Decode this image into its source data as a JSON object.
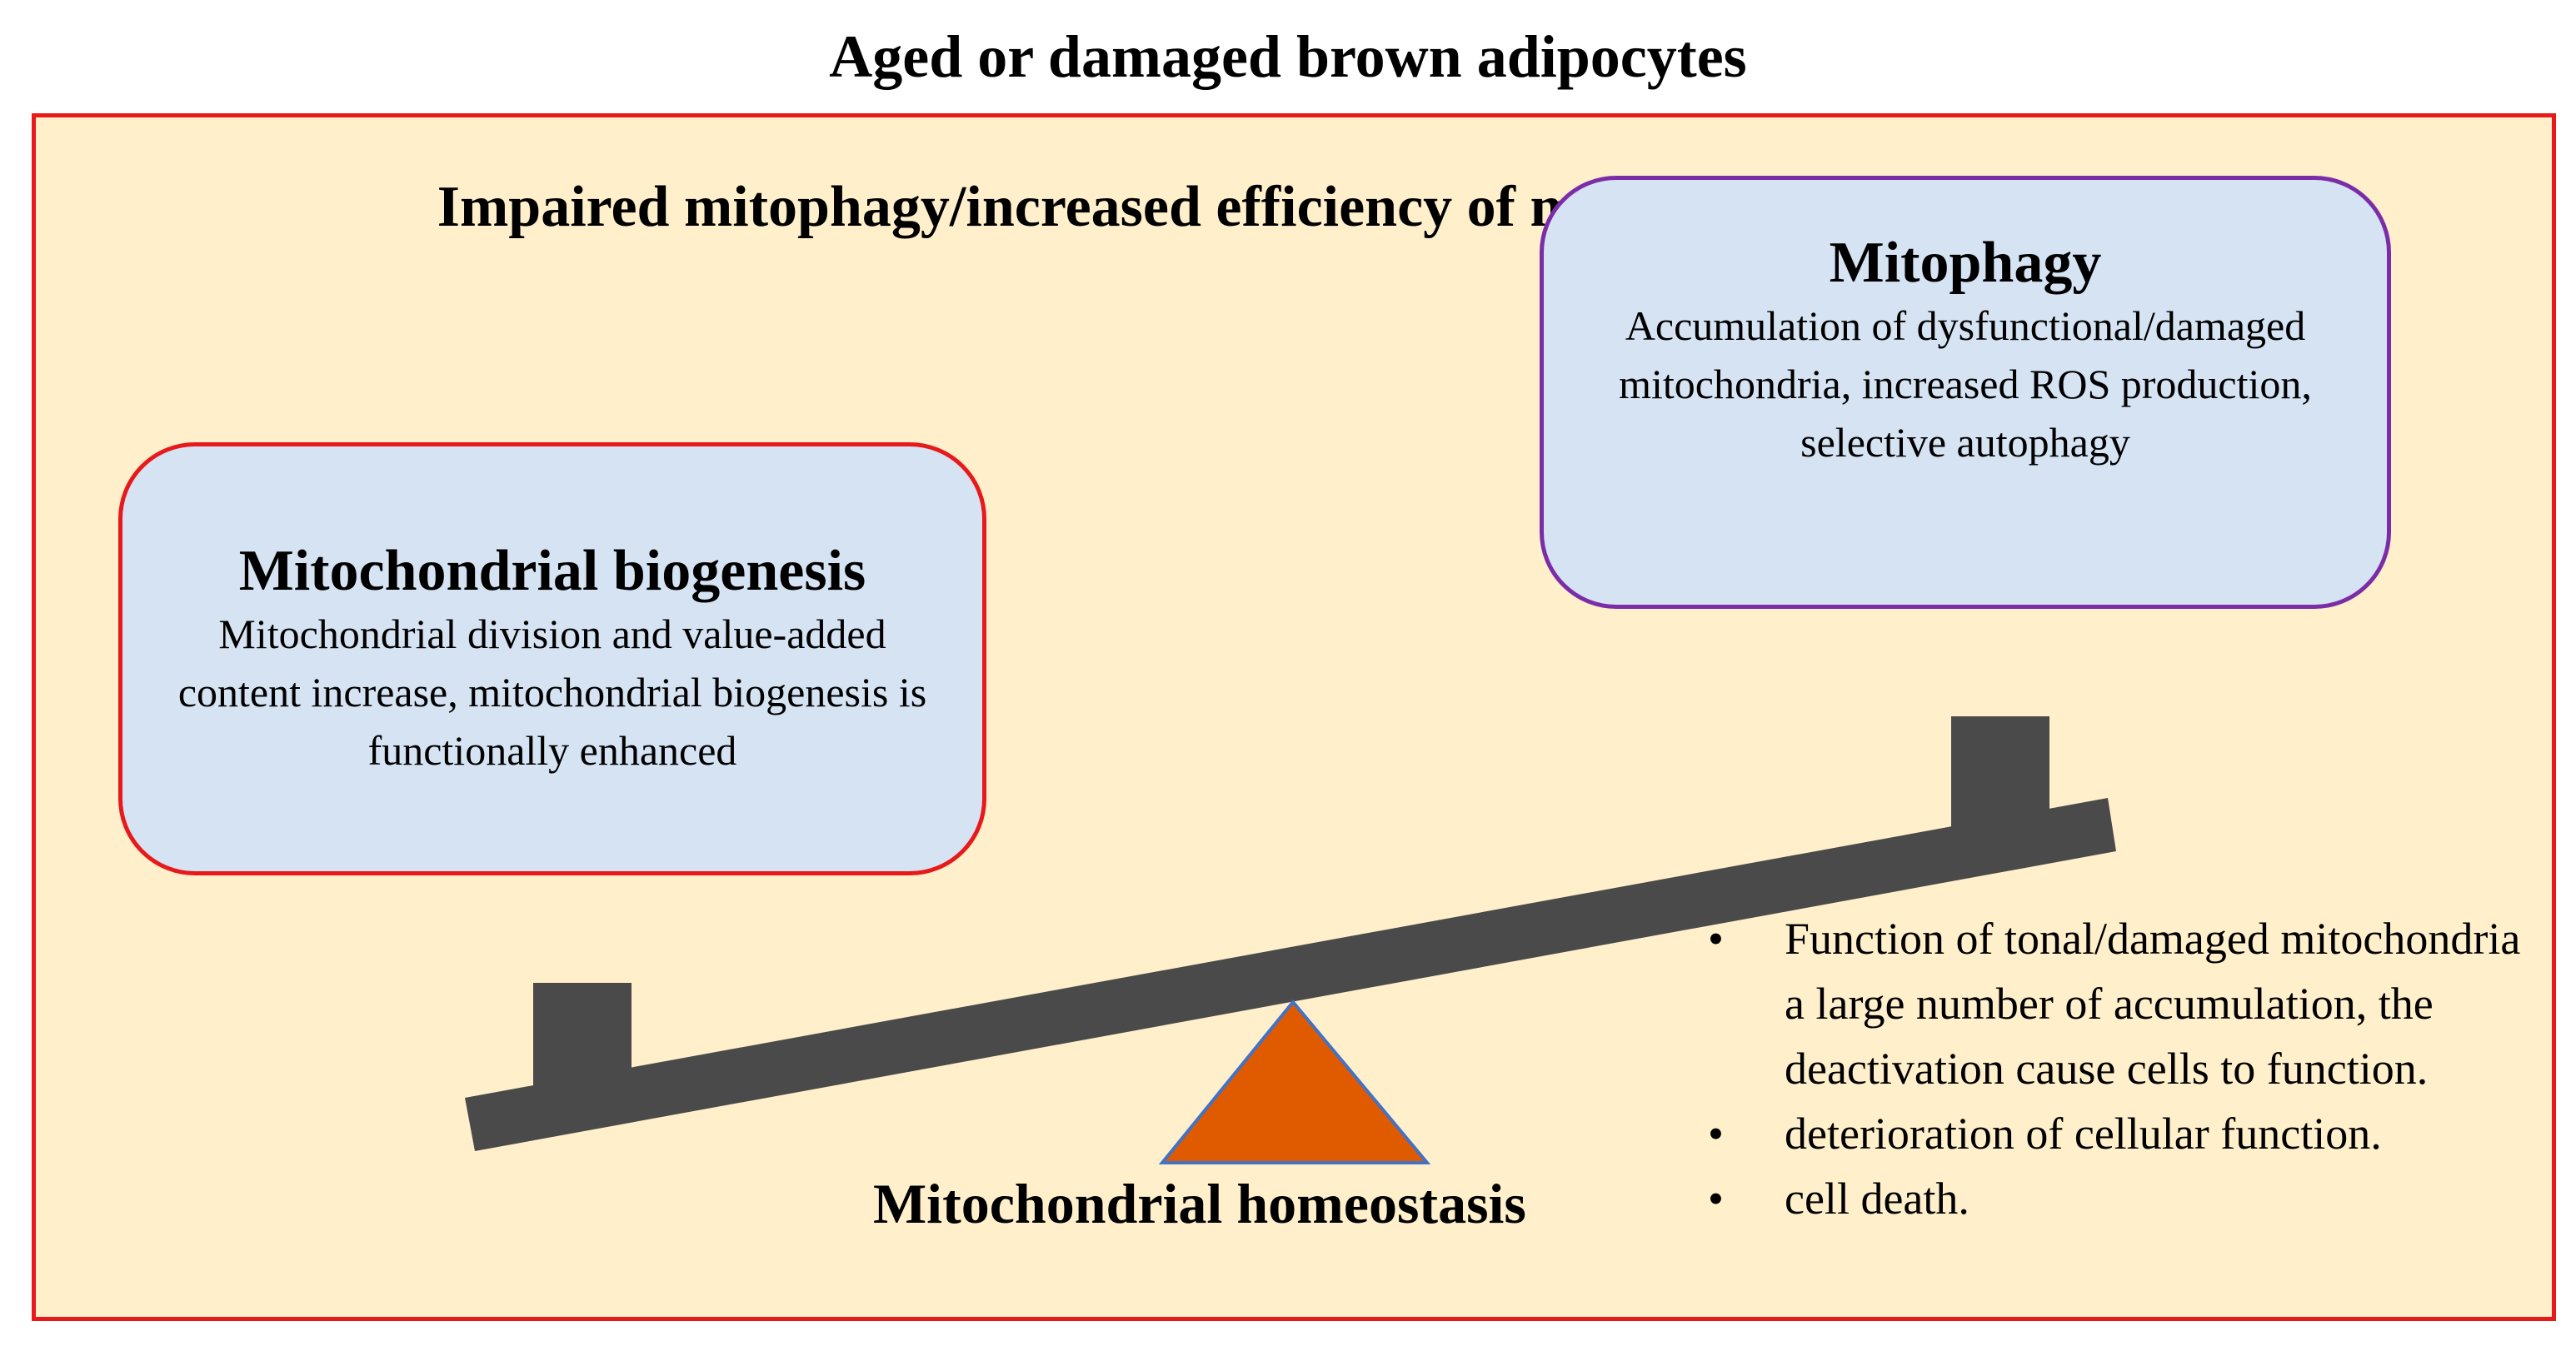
{
  "title": "Aged or damaged brown adipocytes",
  "subtitle": "Impaired mitophagy/increased efficiency of mitochondrial biogenesis",
  "left_box": {
    "heading": "Mitochondrial biogenesis",
    "body": "Mitochondrial division and value-added content increase, mitochondrial biogenesis is functionally enhanced"
  },
  "right_box": {
    "heading": "Mitophagy",
    "body": "Accumulation of dysfunctional/damaged mitochondria, increased ROS production, selective autophagy"
  },
  "fulcrum_label": "Mitochondrial homeostasis",
  "bullets": [
    "Function of tonal/damaged mitochondria a large number of accumulation, the deactivation cause cells to function.",
    "deterioration of cellular function.",
    "cell death."
  ],
  "bullet_marker": "•",
  "colors": {
    "frame_border": "#e8191a",
    "frame_fill": "#fff0cb",
    "card_fill": "#d5e3f3",
    "left_card_border": "#e8191a",
    "right_card_border": "#7b2da8",
    "beam": "#4a4a4a",
    "fulcrum_fill": "#e05a00",
    "fulcrum_stroke": "#4472c4"
  }
}
